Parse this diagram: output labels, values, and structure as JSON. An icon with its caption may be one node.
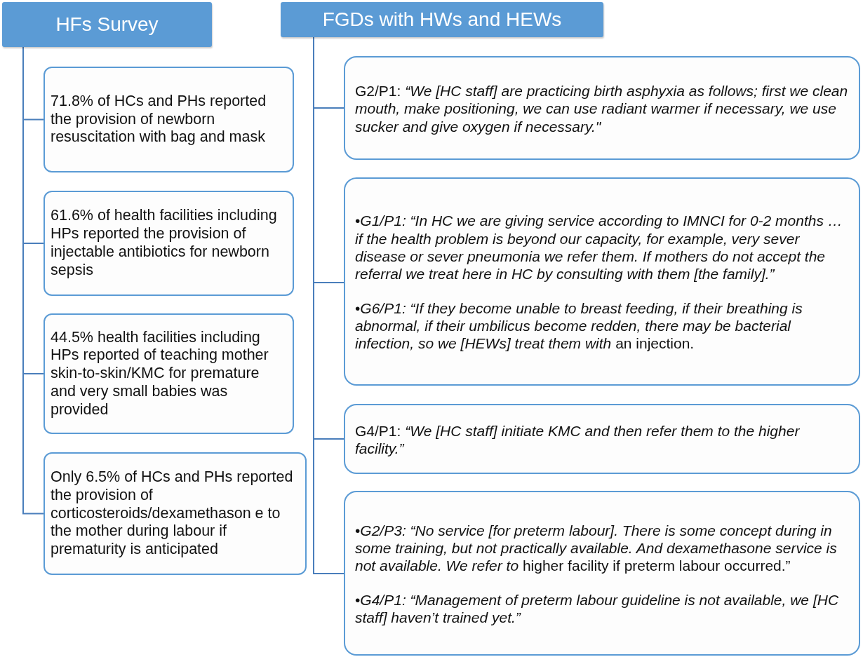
{
  "diagram": {
    "nodes": [
      {
        "text": [
          "HFs Survey"
        ]
      },
      {
        "text": [
          "71.8% of HCs and PHs reported the provision of newborn resuscitation with bag and mask"
        ]
      },
      {
        "text": [
          "61.6% of health facilities including HPs reported the provision of injectable antibiotics for newborn sepsis"
        ]
      },
      {
        "text": [
          "44.5% health facilities including HPs reported of teaching mother skin-to-skin/KMC for premature and very small babies was provided"
        ]
      },
      {
        "text": [
          "Only 6.5% of HCs and PHs reported the provision of corticosteroids/dexamethason e to the mother during labour if prematurity is anticipated"
        ]
      },
      {
        "text": [
          "FGDs with HWs and HEWs"
        ]
      },
      {
        "text": [
          "G2/P1: *“We [HC staff] are practicing birth asphyxia as follows; first we clean mouth, make positioning, we can use radiant warmer if necessary, we use sucker and give oxygen if necessary.\"*"
        ]
      },
      {
        "text": [
          "•*G1/P1: “In HC we are giving service according to IMNCI for 0-2 months … if the health problem is beyond our capacity, for example, very sever disease or sever pneumonia we refer them. If mothers do not accept the referral we treat here in HC by consulting with them [the family].”*",
          "•*G6/P1: “If they become unable to breast feeding, if their breathing is abnormal, if their umbilicus become redden, there may be bacterial infection, so we [HEWs] treat them with* an injection."
        ]
      },
      {
        "text": [
          "G4/P1: *“We [HC staff] initiate KMC and then refer them to the higher facility.”*"
        ]
      },
      {
        "text": [
          "•*G2/P3: “No service [for preterm labour]. There is some concept during in some training, but not practically available. And dexamethasone service is not available. We refer to* higher facility if preterm labour occurred.”",
          "•*G4/P1: “Management of preterm labour guideline is not available, we [HC staff] haven’t trained yet.”*"
        ]
      }
    ],
    "edges": [
      {
        "from": 0,
        "to": 1,
        "arrow": "none"
      },
      {
        "from": 0,
        "to": 2,
        "arrow": "none"
      },
      {
        "from": 0,
        "to": 3,
        "arrow": "none"
      },
      {
        "from": 0,
        "to": 4,
        "arrow": "none"
      },
      {
        "from": 5,
        "to": 6,
        "arrow": "none"
      },
      {
        "from": 5,
        "to": 7,
        "arrow": "none"
      },
      {
        "from": 5,
        "to": 8,
        "arrow": "none"
      },
      {
        "from": 5,
        "to": 9,
        "arrow": "none"
      }
    ]
  }
}
